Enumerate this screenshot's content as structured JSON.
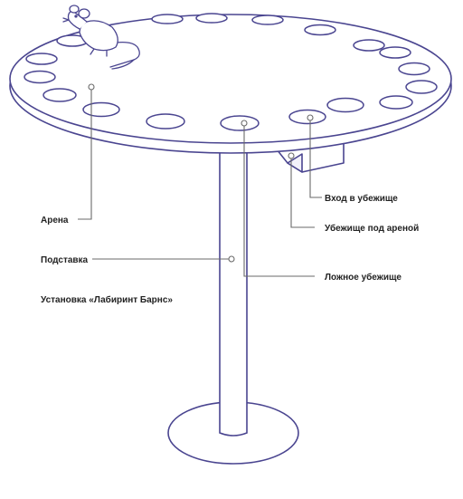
{
  "labels": {
    "arena": "Арена",
    "stand": "Подставка",
    "title": "Установка «Лабиринт Барнс»",
    "entrance": "Вход в убежище",
    "shelter": "Убежище под ареной",
    "false_shelter": "Ложное убежище"
  },
  "colors": {
    "outline": "#4a4590",
    "leader": "#6a6a6a",
    "text": "#222222",
    "background": "#ffffff"
  },
  "icons": [
    "mouse-icon"
  ]
}
